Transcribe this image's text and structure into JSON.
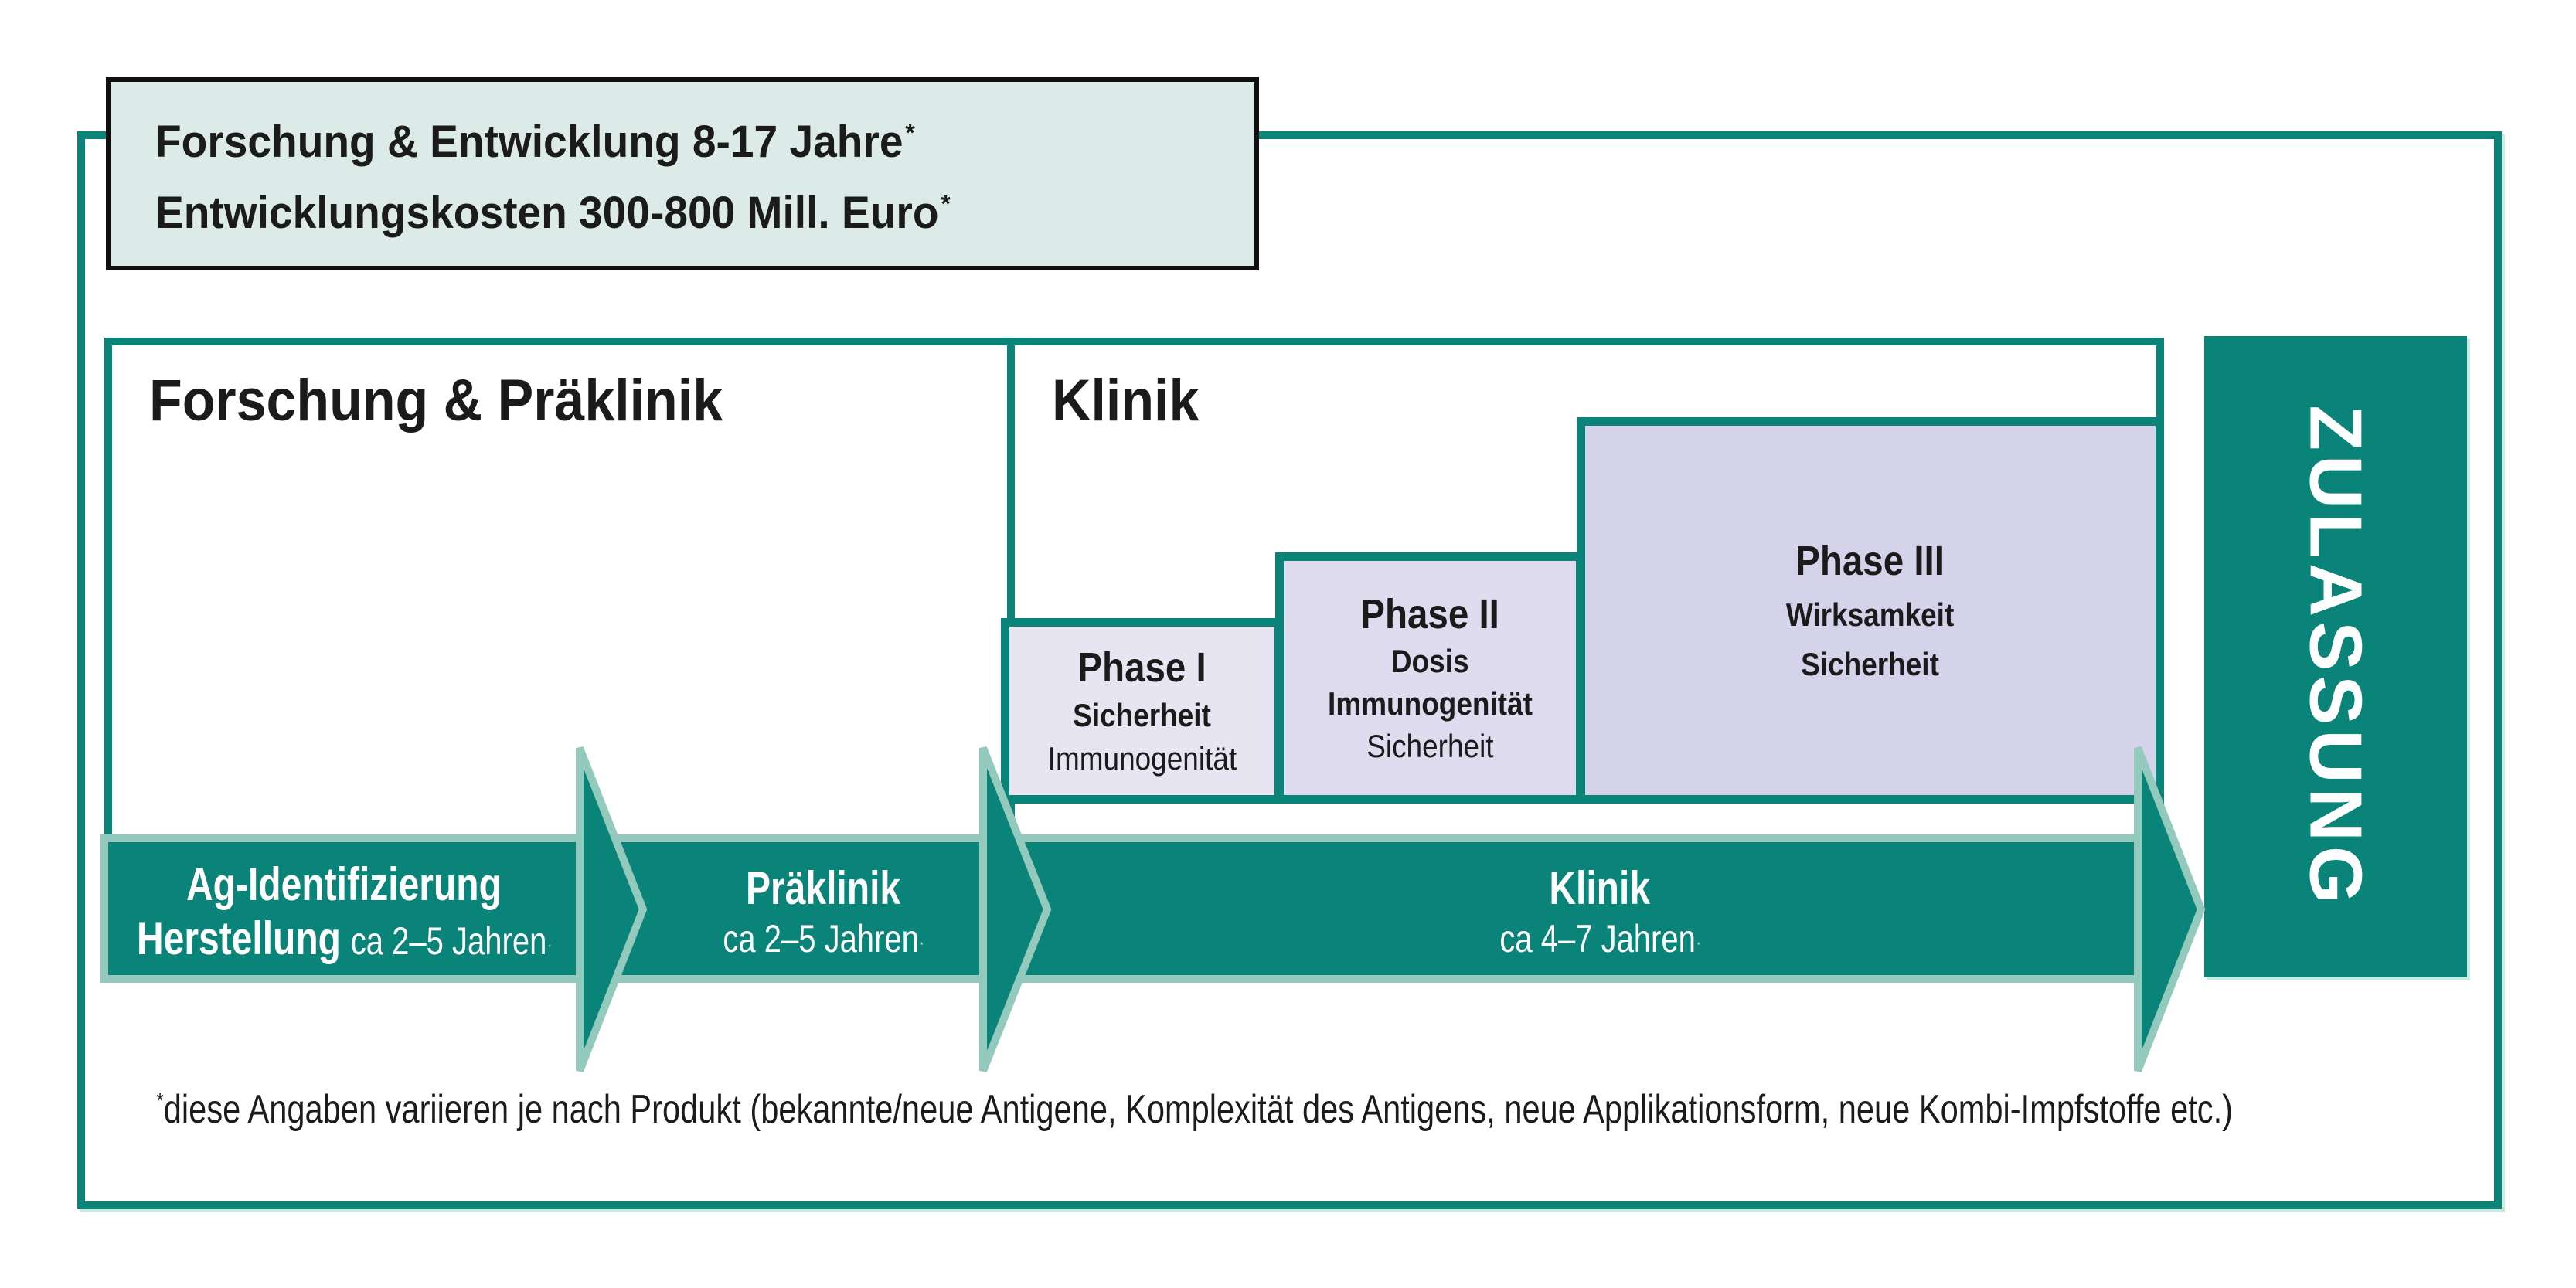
{
  "info_box": {
    "line1": "Forschung & Entwicklung 8-17 Jahre",
    "line2": "Entwicklungskosten 300-800 Mill. Euro",
    "asterisk": "*"
  },
  "sections": {
    "forschung_title": "Forschung & Präklinik",
    "klinik_title": "Klinik"
  },
  "phases": [
    {
      "title": "Phase I",
      "bold_lines": [
        "Sicherheit"
      ],
      "regular_lines": [
        "Immunogenität"
      ]
    },
    {
      "title": "Phase II",
      "bold_lines": [
        "Dosis",
        "Immunogenität"
      ],
      "regular_lines": [
        "Sicherheit"
      ]
    },
    {
      "title": "Phase III",
      "bold_lines": [
        "Wirksamkeit",
        "Sicherheit"
      ],
      "regular_lines": []
    }
  ],
  "arrows": [
    {
      "line1": "Ag-Identifizierung",
      "line2_bold": "Herstellung",
      "line2_rest": "ca 2–5 Jahren",
      "asterisk": "*"
    },
    {
      "line1": "Präklinik",
      "line2_rest": "ca 2–5 Jahren",
      "asterisk": "*"
    },
    {
      "line1": "Klinik",
      "line2_rest": "ca 4–7 Jahren",
      "asterisk": "*"
    }
  ],
  "zulassung": {
    "label": "ZULASSUNG"
  },
  "footnote": {
    "asterisk": "*",
    "text": "diese Angaben variieren je nach Produkt (bekannte/neue Antigene, Komplexität des Antigens, neue Applikationsform, neue Kombi-Impfstoffe etc.)"
  },
  "colors": {
    "teal_dark": "#0a8478",
    "teal_light_outline": "#94c9be",
    "mint_background": "#dcebe8",
    "phase1_background": "#e7e5f2",
    "phase2_background": "#dedcee",
    "phase3_background": "#d5d3e9",
    "text_black": "#1b1b1b",
    "text_white": "#ffffff"
  }
}
